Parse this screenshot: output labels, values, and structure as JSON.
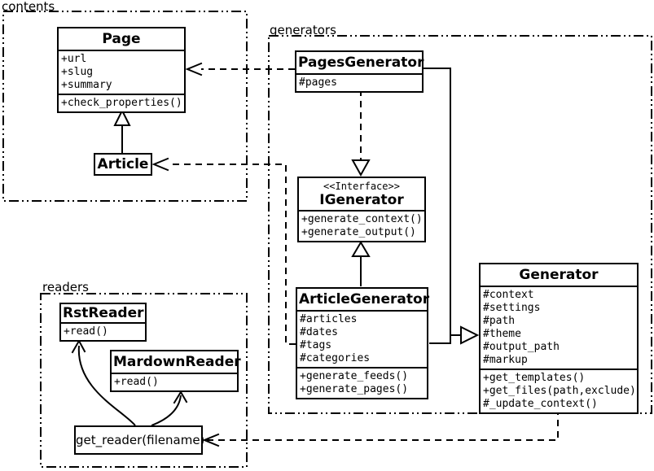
{
  "packages": {
    "contents": {
      "label": "contents"
    },
    "generators": {
      "label": "generators"
    },
    "readers": {
      "label": "readers"
    }
  },
  "classes": {
    "page": {
      "name": "Page",
      "attributes": [
        "+url",
        "+slug",
        "+summary"
      ],
      "methods": [
        "+check_properties()"
      ]
    },
    "article": {
      "name": "Article"
    },
    "pages_generator": {
      "name": "PagesGenerator",
      "attributes": [
        "#pages"
      ]
    },
    "igenerator": {
      "stereotype": "<<Interface>>",
      "name": "IGenerator",
      "methods": [
        "+generate_context()",
        "+generate_output()"
      ]
    },
    "article_generator": {
      "name": "ArticleGenerator",
      "attributes": [
        "#articles",
        "#dates",
        "#tags",
        "#categories"
      ],
      "methods": [
        "+generate_feeds()",
        "+generate_pages()"
      ]
    },
    "generator": {
      "name": "Generator",
      "attributes": [
        "#context",
        "#settings",
        "#path",
        "#theme",
        "#output_path",
        "#markup"
      ],
      "methods": [
        "+get_templates()",
        "+get_files(path,exclude)",
        "#_update_context()"
      ]
    },
    "rst_reader": {
      "name": "RstReader",
      "methods": [
        "+read()"
      ]
    },
    "mardown_reader": {
      "name": "MardownReader",
      "methods": [
        "+read()"
      ]
    },
    "get_reader": {
      "label": "get_reader(filename)"
    }
  },
  "relationships": [
    {
      "type": "dependency",
      "from": "PagesGenerator",
      "to": "Page"
    },
    {
      "type": "dependency",
      "from": "ArticleGenerator",
      "to": "Article"
    },
    {
      "type": "realization",
      "from": "PagesGenerator",
      "to": "IGenerator"
    },
    {
      "type": "realization",
      "from": "ArticleGenerator",
      "to": "IGenerator"
    },
    {
      "type": "inheritance",
      "from": "Article",
      "to": "Page"
    },
    {
      "type": "inheritance",
      "from": "ArticleGenerator",
      "to": "Generator"
    },
    {
      "type": "inheritance",
      "from": "PagesGenerator",
      "to": "Generator"
    },
    {
      "type": "dependency",
      "from": "Generator",
      "to": "get_reader(filename)"
    },
    {
      "type": "arrow",
      "from": "get_reader(filename)",
      "to": "RstReader"
    },
    {
      "type": "arrow",
      "from": "get_reader(filename)",
      "to": "MardownReader"
    }
  ],
  "colors": {
    "line": "#000000",
    "background": "#ffffff"
  }
}
